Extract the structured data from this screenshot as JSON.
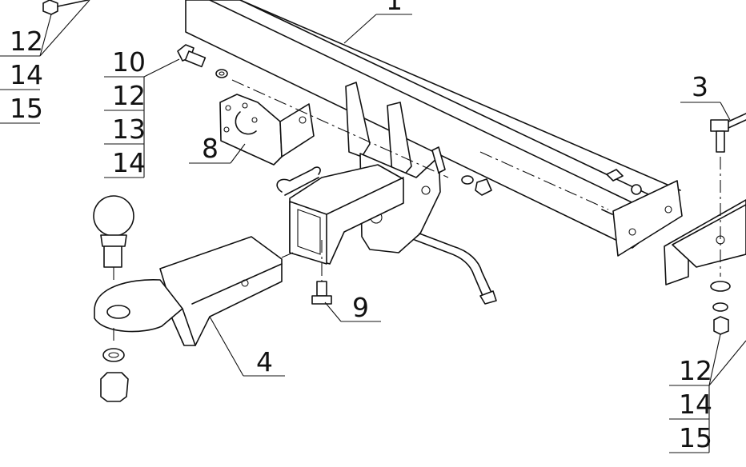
{
  "callouts": {
    "top_left": [
      "12",
      "14",
      "15"
    ],
    "bolt_group": [
      "10",
      "12",
      "13",
      "14"
    ],
    "frame": "1",
    "bracket_right": "3",
    "plate": "8",
    "pin_bolt": "9",
    "drawbar": "4",
    "bottom_right": [
      "12",
      "14",
      "15"
    ]
  }
}
